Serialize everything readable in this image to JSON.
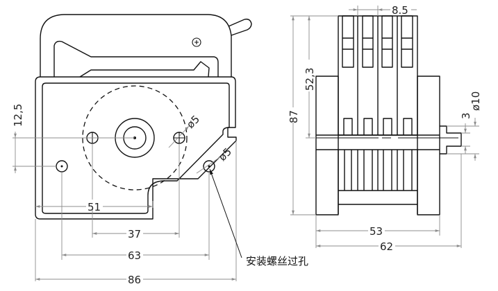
{
  "drawing": {
    "title": "Peristaltic pump head dimension drawing",
    "front_view": {
      "dimensions": {
        "width_overall": "86",
        "hole_spacing_outer": "63",
        "hole_spacing_inner": "37",
        "base_width": "51",
        "vertical_offset": "12,5",
        "hole_dia_upper": "ø5",
        "hole_dia_lower": "ø5"
      },
      "note": "安装螺丝过孔"
    },
    "side_view": {
      "dimensions": {
        "height_overall": "87",
        "height_to_shaft": "52,3",
        "channel_pitch": "8.5",
        "shaft_dia": "ø10",
        "shaft_flat": "3",
        "body_width": "53",
        "total_width": "62"
      }
    }
  }
}
